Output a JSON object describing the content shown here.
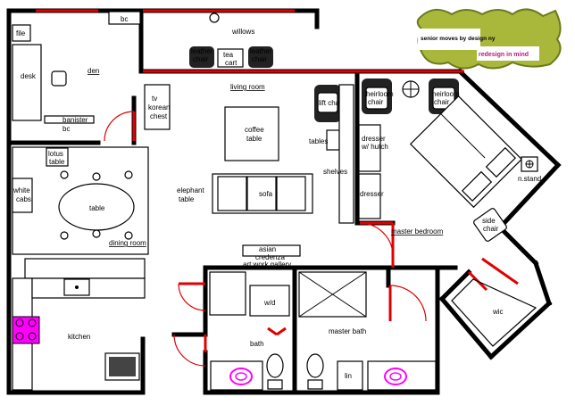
{
  "rooms": {
    "den": "den",
    "living_room": "living room",
    "dining_room": "dining room",
    "kitchen": "kitchen",
    "master_bedroom": "master bedroom",
    "master_bath": "master bath",
    "bath": "bath",
    "wic": "wic"
  },
  "furniture": {
    "bc_top": "bc",
    "file": "file",
    "desk": "desk",
    "banister_bc": [
      "banister",
      "bc"
    ],
    "willows": "willows",
    "leather_chair_left": [
      "leather",
      "chair"
    ],
    "tea_cart": [
      "tea",
      "cart"
    ],
    "leather_chair_right": [
      "leather",
      "chair"
    ],
    "tv_korean_chest": [
      "tv",
      "korean",
      "chest"
    ],
    "coffee_table": [
      "coffee",
      "table"
    ],
    "lift_chair": "lift chair",
    "tables": "tables",
    "shelves": "shelves",
    "elephant_table": [
      "elephant",
      "table"
    ],
    "sofa": "sofa",
    "lotus_table": [
      "lotus",
      "table"
    ],
    "white_cabinet": [
      "white",
      "cabs"
    ],
    "table": "table",
    "asian_credenza": [
      "asian",
      "credenza",
      "art work gallery"
    ],
    "heirloom_chair_left": [
      "heirloom",
      "chair"
    ],
    "heirloom_chair_right": [
      "heirloom",
      "chair"
    ],
    "dresser_hutch": [
      "dresser",
      "w/ hutch"
    ],
    "dresser": "dresser",
    "n_stand": "n.stand",
    "side_chair": [
      "side",
      "chair"
    ],
    "wd": "w/d",
    "lin": "lin"
  },
  "logo": {
    "line1": "senior moves by design ny",
    "line2": "redesign in mind"
  },
  "colors": {
    "wall": "#000000",
    "door": "#e00000",
    "stove": "#ff00ff",
    "logo_green": "#a9b83a",
    "logo_olive": "#6b7a1e"
  }
}
